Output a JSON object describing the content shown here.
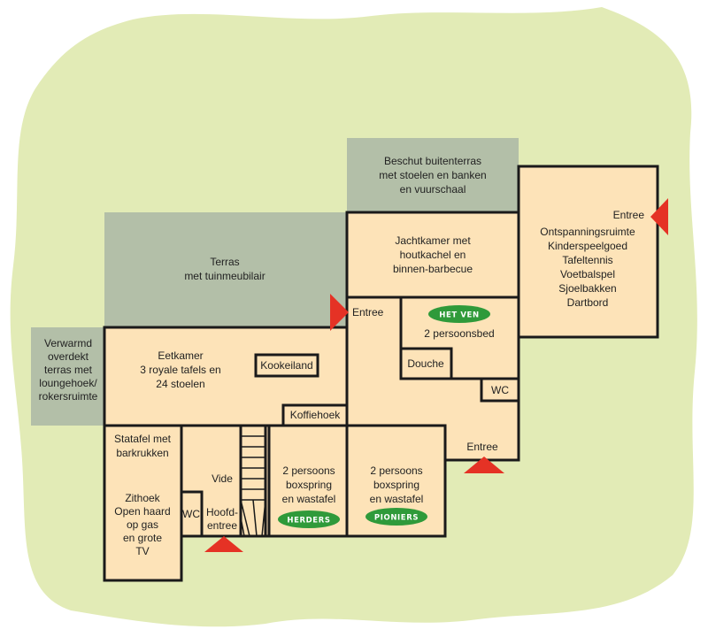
{
  "colors": {
    "background": "#ffffff",
    "garden": "#e2ebb6",
    "room": "#fde3b8",
    "terrace": "#b3bfa8",
    "wall": "#1a1a1a",
    "entrance_arrow": "#e53225",
    "badge": "#2f9a3a",
    "badge_text": "#ffffff"
  },
  "icons": {
    "entrance": "red-triangle-icon",
    "badge": "green-oval-badge-icon"
  },
  "labels": {
    "beschut": [
      "Beschut buitenterras",
      "met stoelen en banken",
      "en vuurschaal"
    ],
    "terras": [
      "Terras",
      "met tuinmeubilair"
    ],
    "verwarmd": [
      "Verwarmd",
      "overdekt",
      "terras met",
      "loungehoek/",
      "rokersruimte"
    ],
    "jachtkamer": [
      "Jachtkamer met",
      "houtkachel en",
      "binnen-barbecue"
    ],
    "ontspanning_entree": "Entree",
    "ontspanning": [
      "Ontspanningsruimte",
      "Kinderspeelgoed",
      "Tafeltennis",
      "Voetbalspel",
      "Sjoelbakken",
      "Dartbord"
    ],
    "entree_hall": "Entree",
    "eetkamer": [
      "Eetkamer",
      "3 royale tafels en",
      "24 stoelen"
    ],
    "kookeiland": "Kookeiland",
    "koffiehoek": "Koffiehoek",
    "het_ven_badge": "HET VEN",
    "het_ven_bed": "2 persoonsbed",
    "douche": "Douche",
    "wc_right": "WC",
    "entree_bottom": "Entree",
    "statafel": [
      "Statafel met",
      "barkrukken"
    ],
    "zithoek": [
      "Zithoek",
      "Open haard",
      "op gas",
      "en grote",
      "TV"
    ],
    "wc_left": "WC",
    "vide": "Vide",
    "hoofdentree": [
      "Hoofd-",
      "entree"
    ],
    "herders_room": [
      "2 persoons",
      "boxspring",
      "en wastafel"
    ],
    "herders_badge": "HERDERS",
    "pioniers_room": [
      "2 persoons",
      "boxspring",
      "en wastafel"
    ],
    "pioniers_badge": "PIONIERS"
  }
}
